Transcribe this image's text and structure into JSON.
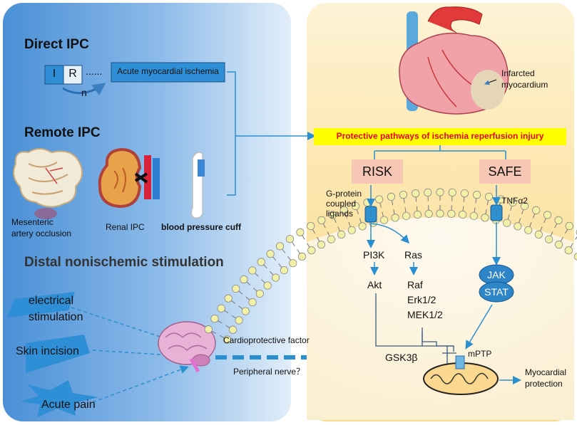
{
  "left_panel": {
    "direct_ipc": {
      "heading": "Direct IPC",
      "box_i": "I",
      "box_r": "R",
      "dots": "......",
      "cycle_label": "n",
      "outcome": "Acute myocardial ischemia"
    },
    "remote_ipc": {
      "heading": "Remote IPC",
      "mesenteric": "Mesenteric artery occlusion",
      "mesenteric_line1": "Mesenteric",
      "mesenteric_line2": "artery occlusion",
      "renal": "Renal IPC",
      "cuff": "blood pressure cuff"
    },
    "distal": {
      "heading": "Distal nonischemic stimulation",
      "electrical_line1": "electrical",
      "electrical_line2": "stimulation",
      "skin_incision": "Skin incision",
      "acute_pain": "Acute pain",
      "cardioprotective_factor": "Cardioprotective factor",
      "peripheral_nerve": "Peripheral nerve？"
    }
  },
  "right_panel": {
    "infarct_line1": "Infarcted",
    "infarct_line2": "myocardium",
    "pathways_title": "Protective pathways of ischemia reperfusion injury",
    "risk": "RISK",
    "safe": "SAFE",
    "gprotein_line1": "G-protein",
    "gprotein_line2": "coupled",
    "gprotein_line3": "ligands",
    "tnf": "TNFα2",
    "pi3k": "PI3K",
    "ras": "Ras",
    "akt": "Akt",
    "raf": "Raf",
    "erk": "Erk1/2",
    "mek": "MEK1/2",
    "jak": "JAK",
    "stat": "STAT",
    "gsk": "GSK3β",
    "mptp": "mPTP",
    "outcome_line1": "Myocardial",
    "outcome_line2": "protection"
  },
  "colors": {
    "left_panel_dark": "#4a8fd6",
    "left_panel_light": "#dbeaf8",
    "right_panel": "#fde8b0",
    "title_bar": "#ffff00",
    "title_text": "#e8001c",
    "pathway_box": "#f7c6b5",
    "receptor": "#2f8fcf",
    "arrow": "#2a8fd0",
    "membrane_head": "#f3f0a8",
    "jak_stat": "#2e86c9"
  }
}
